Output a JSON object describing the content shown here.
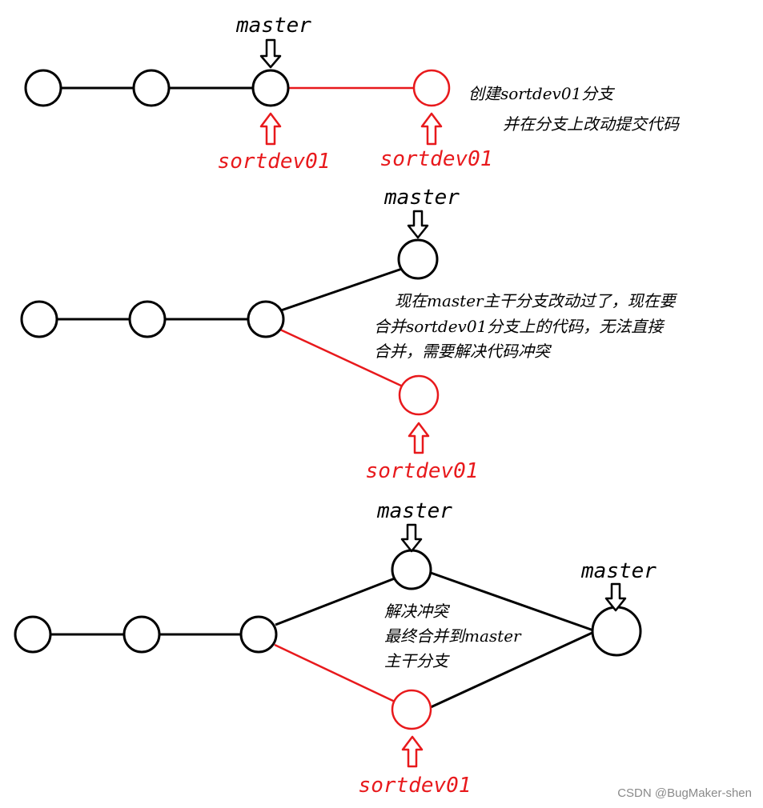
{
  "labels": {
    "master": "master",
    "branch": "sortdev01"
  },
  "notes": {
    "stage1_line1": "创建sortdev01分支",
    "stage1_line2": "并在分支上改动提交代码",
    "stage2_line1": "现在master主干分支改动过了，现在要",
    "stage2_line2": "合并sortdev01分支上的代码，无法直接",
    "stage2_line3": "合并，需要解决代码冲突",
    "stage3_line1": "解决冲突",
    "stage3_line2": "最终合并到master",
    "stage3_line3": "主干分支"
  },
  "watermark": "CSDN @BugMaker-shen",
  "colors": {
    "main": "#000000",
    "branch": "#e8191c",
    "watermark": "#8a8a8a"
  }
}
